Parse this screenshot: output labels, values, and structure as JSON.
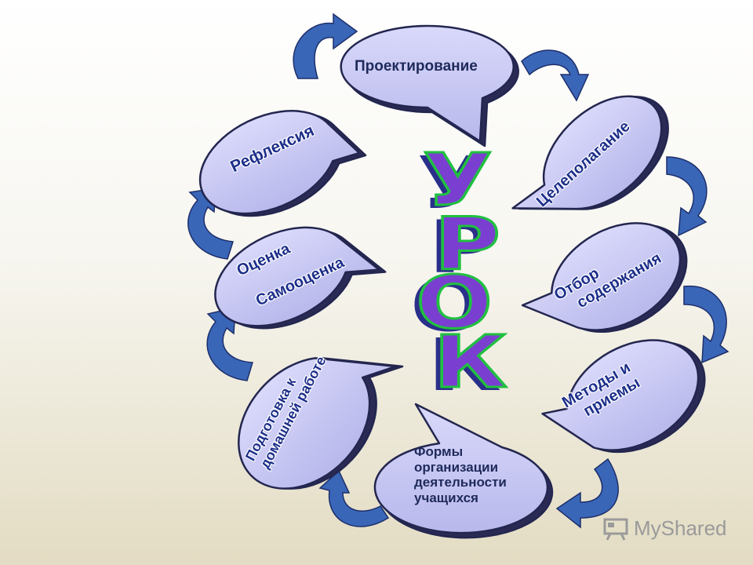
{
  "nodes": [
    {
      "id": "design",
      "label": "Проектирование"
    },
    {
      "id": "goal",
      "label": "Целеполагание"
    },
    {
      "id": "content",
      "label": "Отбор содержания"
    },
    {
      "id": "methods",
      "label": "Методы и приемы"
    },
    {
      "id": "forms",
      "label": "Формы организации деятельности учащихся"
    },
    {
      "id": "homework",
      "label": "Подготовка к домашней работе"
    },
    {
      "id": "assessment",
      "label": "Оценка Самооценка"
    },
    {
      "id": "reflection",
      "label": "Рефлексия"
    }
  ],
  "labels": {
    "design": "Проектирование",
    "goal": "Целеполагание",
    "content_line1": "Отбор",
    "content_line2": "содержания",
    "methods_line1": "Методы и",
    "methods_line2": "приемы",
    "forms_line1": "Формы",
    "forms_line2": "организации",
    "forms_line3": "деятельности",
    "forms_line4": "учащихся",
    "homework_line1": "Подготовка к",
    "homework_line2": "домашней работе",
    "assessment_line1": "Оценка",
    "assessment_line2": "Самооценка",
    "reflection": "Рефлексия"
  },
  "center_word": {
    "letters": [
      "У",
      "Р",
      "О",
      "К"
    ]
  },
  "watermark": {
    "text": "MyShared"
  },
  "colors": {
    "bubble_fill": "#c6c6f2",
    "bubble_stroke": "#23264f",
    "arrow_fill": "#3a66b8",
    "text": "#1d2f8a",
    "letter_fill": "#7a3fd1",
    "letter_outline": "#20c040",
    "letter_shadow": "#2a2f8a"
  }
}
